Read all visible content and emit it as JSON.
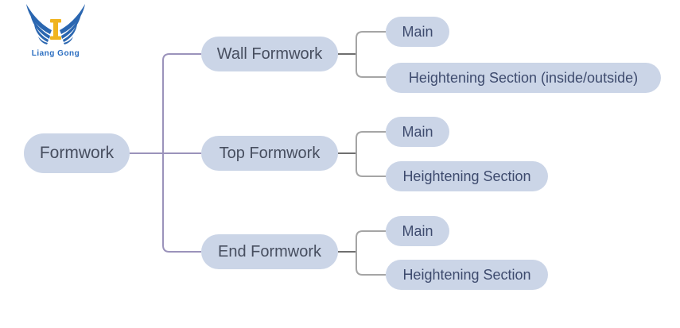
{
  "logo": {
    "text": "Liang Gong",
    "icon": "winged-ibeam-logo"
  },
  "colors": {
    "node_fill": "#cbd5e7",
    "node_text_level1": "#474e5f",
    "node_text_level2": "#3e4b6e",
    "trunk_line": "#9b93bb",
    "branch_stub": "#6f6f6f",
    "branch_bracket": "#a5a5a5",
    "logo_blue": "#2a66b0",
    "logo_yellow": "#f0b41f",
    "background": "#ffffff"
  },
  "diagram": {
    "type": "tree",
    "root": {
      "label": "Formwork"
    },
    "branches": [
      {
        "label": "Wall Formwork",
        "children": [
          {
            "label": "Main"
          },
          {
            "label": "Heightening Section (inside/outside)"
          }
        ]
      },
      {
        "label": "Top Formwork",
        "children": [
          {
            "label": "Main"
          },
          {
            "label": "Heightening Section"
          }
        ]
      },
      {
        "label": "End Formwork",
        "children": [
          {
            "label": "Main"
          },
          {
            "label": "Heightening Section"
          }
        ]
      }
    ]
  }
}
